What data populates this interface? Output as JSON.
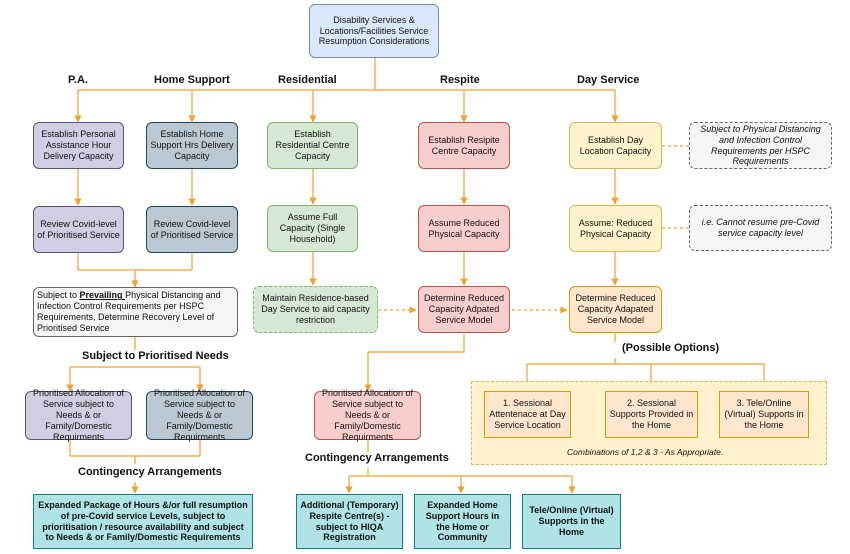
{
  "colors": {
    "connector": "#f0a030",
    "blue_fill": "#dae8fc",
    "purple_fill": "#d0cee2",
    "slate_fill": "#bac8d3",
    "green_fill": "#d5e8d4",
    "pink_fill": "#f8cecc",
    "yellow_fill": "#fff2cc",
    "orange_fill": "#ffe6cc",
    "cyan_fill": "#b0e3e6"
  },
  "root": {
    "text": "Disability Services & Locations/Facilities Service Resumption Considerations"
  },
  "categories": {
    "pa": "P.A.",
    "home_support": "Home Support",
    "residential": "Residential",
    "respite": "Respite",
    "day_service": "Day Service"
  },
  "pa_column": {
    "establish": "Establish Personal Assistance Hour Delivery Capacity",
    "review": "Review Covid-level of Prioritised Service",
    "allocation": "Prioritised Allocation of Service subject to Needs & or Family/Domestic Requirments"
  },
  "home_support_column": {
    "establish": "Establish Home Support Hrs Delivery Capacity",
    "review": "Review Covid-level of Prioritised Service",
    "allocation": "Prioritised Allocation of Service subject to Needs & or Family/Domestic Requirments"
  },
  "shared": {
    "subject_prefix": "Subject to ",
    "subject_prevailing": "Prevailing ",
    "subject_rest": "Physical Distancing and Infection Control Requirements per HSPC Requirements, Determine Recovery Level of Prioritised Service",
    "prioritised_needs_label": "Subject to Prioritised Needs",
    "contingency_label_left": "Contingency Arrangements",
    "expanded_package": "Expanded Package of Hours &/or full resumption of pre-Covid service Levels, subject to prioritisation / resource availability and subject to Needs & or Family/Domestic Requirements"
  },
  "residential_column": {
    "establish": "Establish Residential Centre Capacity",
    "assume": "Assume Full Capacity (Single Household)",
    "maintain": "Maintain Residence-based Day Service to aid capacity restriction"
  },
  "respite_column": {
    "establish": "Establish Resipite Centre Capacity",
    "assume": "Assume Reduced Physical Capacity",
    "determine": "Determine Reduced Capacity Adpated Service Model",
    "allocation": "Prioritised Allocation of Service subject to Needs & or Family/Domestic Requirments",
    "contingency_label": "Contingency Arrangements",
    "option_additional": "Additional (Temporary) Respite Centre(s) - subject to HIQA Registration",
    "option_expanded": "Expanded Home Support Hours in the Home or Community",
    "option_online": "Tele/Online (Virtual) Supports in the Home"
  },
  "day_service_column": {
    "establish": "Establish Day Location Capacity",
    "assume": "Assume: Reduced Physical Capacity",
    "determine": "Determine Reduced Capacity Adapated Service Model",
    "possible_options_label": "(Possible Options)",
    "option_1": "1. Sessional Attentenace at Day Service Location",
    "option_2": "2. Sessional Supports Provided in the Home",
    "option_3": "3. Tele/Online (Virtual) Supports in the Home",
    "combinations_note": "Combinations of 1,2 & 3 - As Appropriate."
  },
  "side_notes": {
    "distancing": "Subject to Physical Distancing and Infection Control Requirements per HSPC Requirements",
    "cannot_resume": "i.e. Cannot resume pre-Covid service capacity level"
  }
}
